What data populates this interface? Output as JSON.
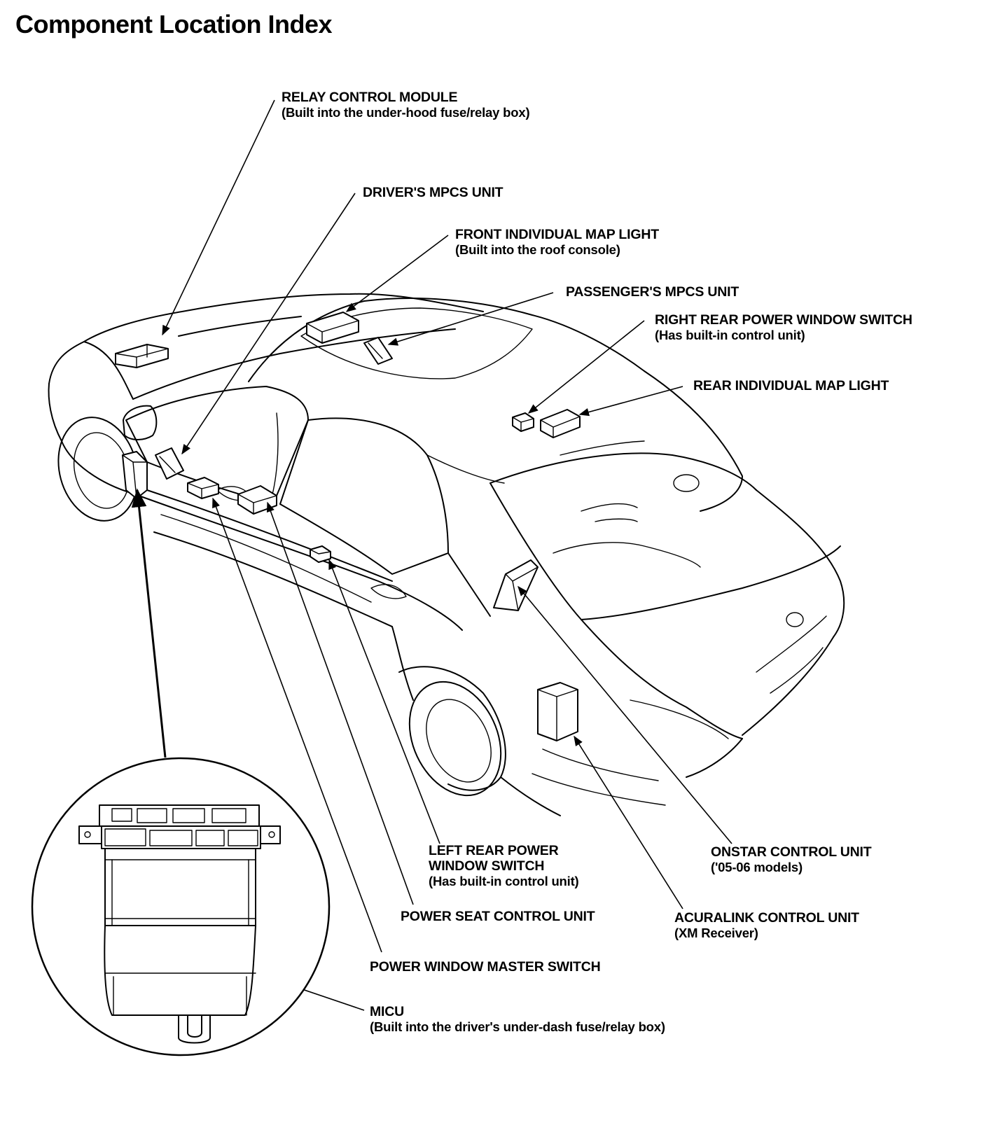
{
  "title": "Component Location Index",
  "labels": {
    "relay_control_module": {
      "line1": "RELAY CONTROL MODULE",
      "line2": "(Built into the under-hood fuse/relay box)"
    },
    "drivers_mpcs_unit": {
      "line1": "DRIVER'S MPCS UNIT"
    },
    "front_individual_map_light": {
      "line1": "FRONT INDIVIDUAL MAP LIGHT",
      "line2": "(Built into the roof console)"
    },
    "passengers_mpcs_unit": {
      "line1": "PASSENGER'S MPCS UNIT"
    },
    "right_rear_power_window_switch": {
      "line1": "RIGHT REAR POWER WINDOW SWITCH",
      "line2": "(Has built-in control unit)"
    },
    "rear_individual_map_light": {
      "line1": "REAR INDIVIDUAL MAP LIGHT"
    },
    "left_rear_power_window_switch": {
      "line1": "LEFT REAR POWER",
      "line2": "WINDOW SWITCH",
      "line3": "(Has built-in control unit)"
    },
    "onstar_control_unit": {
      "line1": "ONSTAR CONTROL UNIT",
      "line2": "('05-06 models)"
    },
    "power_seat_control_unit": {
      "line1": "POWER SEAT CONTROL UNIT"
    },
    "acuralink_control_unit": {
      "line1": "ACURALINK CONTROL UNIT",
      "line2": "(XM Receiver)"
    },
    "power_window_master_switch": {
      "line1": "POWER WINDOW MASTER SWITCH"
    },
    "micu": {
      "line1": "MICU",
      "line2": "(Built into the driver's under-dash fuse/relay box)"
    }
  }
}
